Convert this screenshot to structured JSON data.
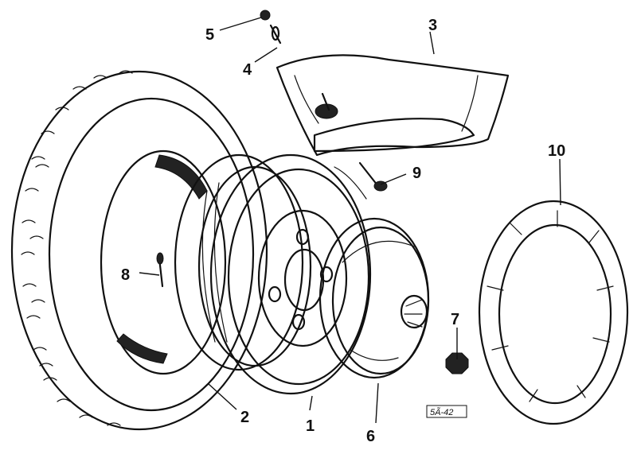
{
  "parts": [
    {
      "id": "label-1",
      "text": "1"
    },
    {
      "id": "label-2",
      "text": "2"
    },
    {
      "id": "label-3",
      "text": "3"
    },
    {
      "id": "label-4",
      "text": "4"
    },
    {
      "id": "label-5",
      "text": "5"
    },
    {
      "id": "label-6",
      "text": "6"
    },
    {
      "id": "label-7",
      "text": "7"
    },
    {
      "id": "label-8",
      "text": "8"
    },
    {
      "id": "label-9",
      "text": "9"
    },
    {
      "id": "label-10",
      "text": "10"
    }
  ],
  "figure_code": "5Ã-42",
  "colors": {
    "ink": "#111111",
    "paper": "#ffffff"
  }
}
